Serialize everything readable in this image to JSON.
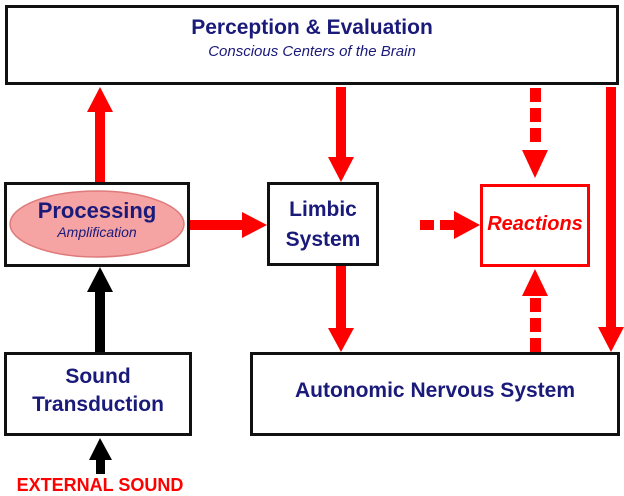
{
  "colors": {
    "navy": "#1a1a7a",
    "red": "#ff0000",
    "ellipse_fill": "#f5a3a3",
    "border": "#111111"
  },
  "perception": {
    "title": "Perception & Evaluation",
    "subtitle": "Conscious Centers of the Brain"
  },
  "processing": {
    "title": "Processing",
    "subtitle": "Amplification"
  },
  "limbic": {
    "line1": "Limbic",
    "line2": "System"
  },
  "reactions": {
    "label": "Reactions"
  },
  "transduction": {
    "line1": "Sound",
    "line2": "Transduction"
  },
  "autonomic": {
    "label": "Autonomic Nervous System"
  },
  "external": {
    "label": "EXTERNAL SOUND"
  }
}
